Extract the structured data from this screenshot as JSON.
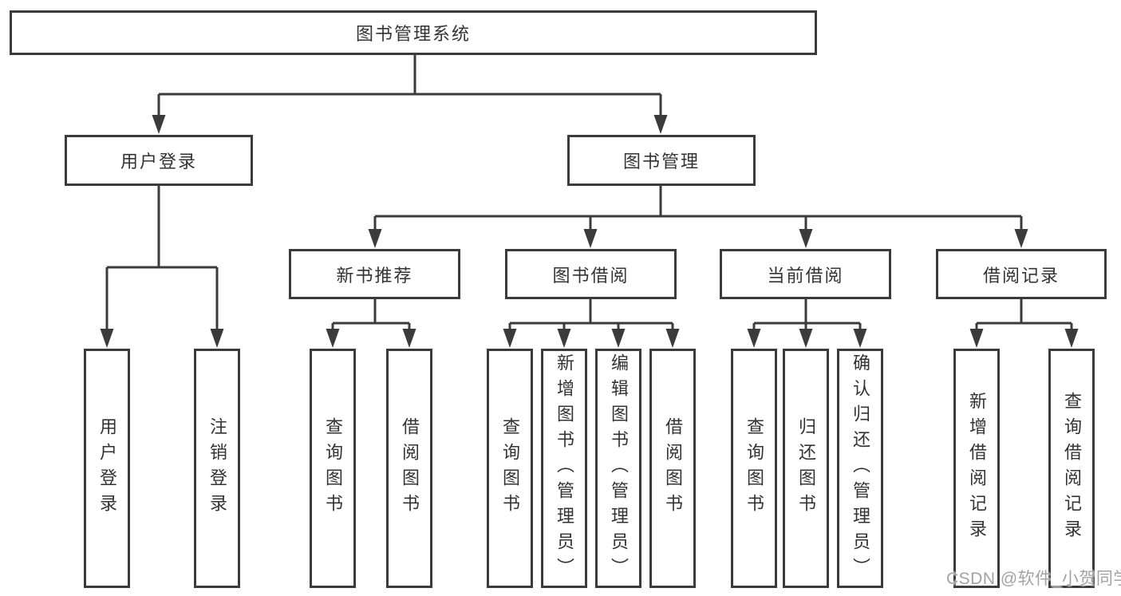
{
  "diagram": {
    "root": {
      "label": "图书管理系统",
      "children": [
        {
          "label": "用户登录",
          "children": [
            {
              "label": "用户登录"
            },
            {
              "label": "注销登录"
            }
          ]
        },
        {
          "label": "图书管理",
          "children": [
            {
              "label": "新书推荐",
              "children": [
                {
                  "label": "查询图书"
                },
                {
                  "label": "借阅图书"
                }
              ]
            },
            {
              "label": "图书借阅",
              "children": [
                {
                  "label": "查询图书"
                },
                {
                  "label": "新增图书（管理员）"
                },
                {
                  "label": "编辑图书（管理员）"
                },
                {
                  "label": "借阅图书"
                }
              ]
            },
            {
              "label": "当前借阅",
              "children": [
                {
                  "label": "查询图书"
                },
                {
                  "label": "归还图书"
                },
                {
                  "label": "确认归还（管理员）"
                }
              ]
            },
            {
              "label": "借阅记录",
              "children": [
                {
                  "label": "新增借阅记录"
                },
                {
                  "label": "查询借阅记录"
                }
              ]
            }
          ]
        }
      ]
    },
    "watermark": "CSDN @软件_小贺同学",
    "colors": {
      "line": "#3b3b3b",
      "text": "#333333",
      "background": "#ffffff",
      "watermark": "#a3a3a3"
    }
  }
}
